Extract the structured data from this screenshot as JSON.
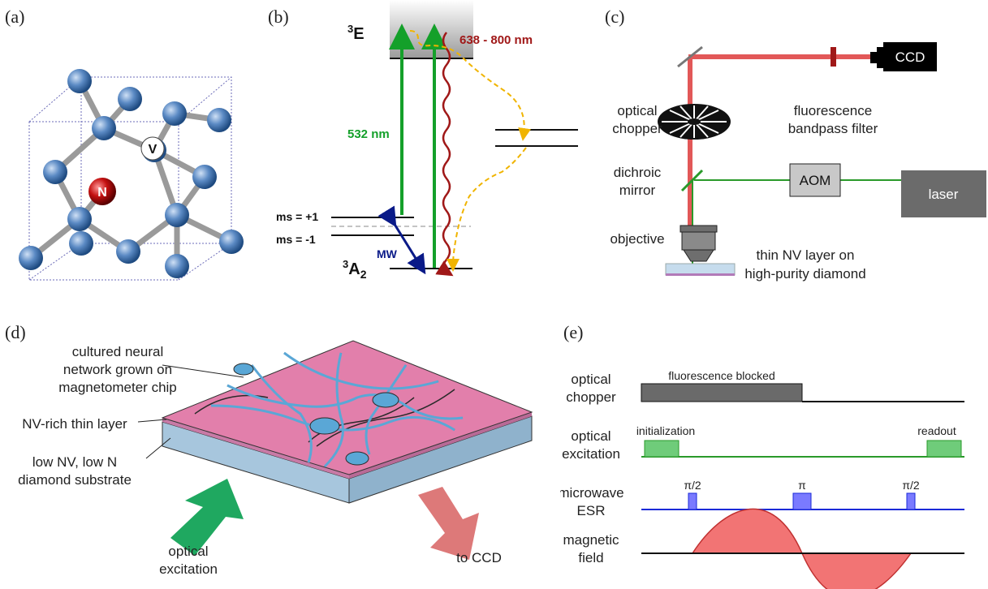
{
  "panels": {
    "a": "(a)",
    "b": "(b)",
    "c": "(c)",
    "d": "(d)",
    "e": "(e)"
  },
  "a": {
    "atom_n": "N",
    "atom_v": "V"
  },
  "b": {
    "excited_state": "3E",
    "ground_state": "3A2",
    "excitation_wavelength": "532 nm",
    "emission_range": "638 - 800 nm",
    "ms_plus": "ms = +1",
    "ms_minus": "ms = -1",
    "mw": "MW",
    "colors": {
      "green": "#14a02a",
      "red": "#a01818",
      "blue": "#0a1a88",
      "yellow": "#f0b400"
    }
  },
  "c": {
    "ccd": "CCD",
    "fluorescence_filter": "fluorescence bandpass filter",
    "optical_chopper": "optical chopper",
    "dichroic_mirror": "dichroic mirror",
    "aom": "AOM",
    "laser": "laser",
    "objective": "objective",
    "sample": "thin NV layer on high-purity diamond"
  },
  "d": {
    "neural": "cultured neural network grown on magnetometer chip",
    "thin_layer": "NV-rich thin layer",
    "substrate": "low NV, low N diamond substrate",
    "optical_excitation": "optical excitation",
    "to_ccd": "to CCD"
  },
  "e": {
    "rows": [
      {
        "label": "optical chopper"
      },
      {
        "label": "optical excitation"
      },
      {
        "label": "microwave ESR"
      },
      {
        "label": "magnetic field"
      }
    ],
    "fluorescence_blocked": "fluorescence blocked",
    "initialization": "initialization",
    "readout": "readout",
    "pi_half_1": "π/2",
    "pi": "π",
    "pi_half_2": "π/2"
  }
}
